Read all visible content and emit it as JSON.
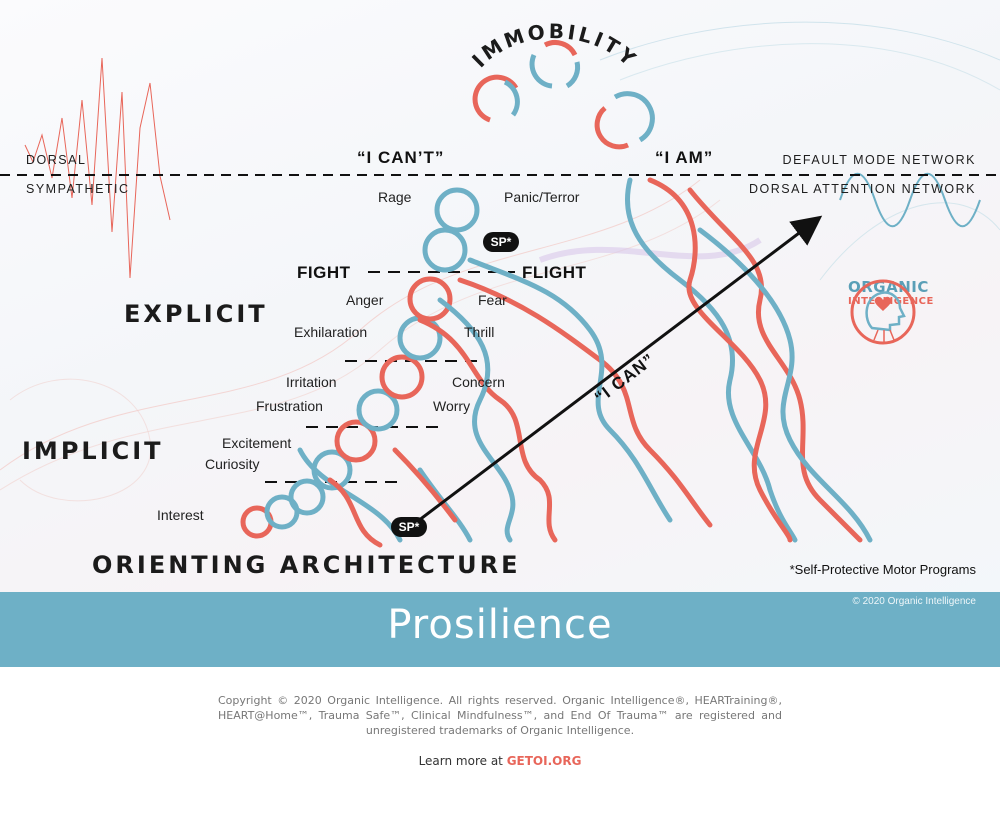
{
  "diagram": {
    "title_arc": "IMMOBILITY",
    "left_top_labels": {
      "dorsal": "DORSAL",
      "sympathetic": "SYMPATHETIC"
    },
    "right_top_labels": {
      "default_mode": "DEFAULT MODE NETWORK",
      "dorsal_attention": "DORSAL ATTENTION NETWORK"
    },
    "quotes": {
      "i_cant": "“I CAN’T”",
      "i_am": "“I AM”",
      "i_can": "“I CAN”"
    },
    "levels": {
      "explicit": "EXPLICIT",
      "implicit": "IMPLICIT",
      "orienting": "ORIENTING ARCHITECTURE"
    },
    "fight_flight": {
      "fight": "FIGHT",
      "flight": "FLIGHT"
    },
    "emotions_left": [
      "Rage",
      "Anger",
      "Exhilaration",
      "Irritation",
      "Frustration",
      "Excitement",
      "Curiosity",
      "Interest"
    ],
    "emotions_right": [
      "Panic/Terror",
      "Fear",
      "Thrill",
      "Concern",
      "Worry"
    ],
    "sp_badge": "SP*",
    "footnote": "*Self-Protective Motor Programs",
    "logo": {
      "line1": "ORGANIC",
      "line2": "INTELLIGENCE"
    },
    "colors": {
      "red": "#e8665a",
      "blue": "#6eb0c6",
      "black": "#111111"
    }
  },
  "banner": {
    "title": "Prosilience",
    "copyright": "© 2020 Organic Intelligence"
  },
  "footer": {
    "legal": "Copyright © 2020 Organic Intelligence. All rights reserved. Organic Intelligence®, HEARTraining®, HEART@Home™, Trauma Safe™, Clinical Mindfulness™, and End Of Trauma™ are registered and unregistered trademarks of Organic Intelligence.",
    "learn_more_prefix": "Learn more at ",
    "learn_more_link": "GETOI.ORG"
  }
}
